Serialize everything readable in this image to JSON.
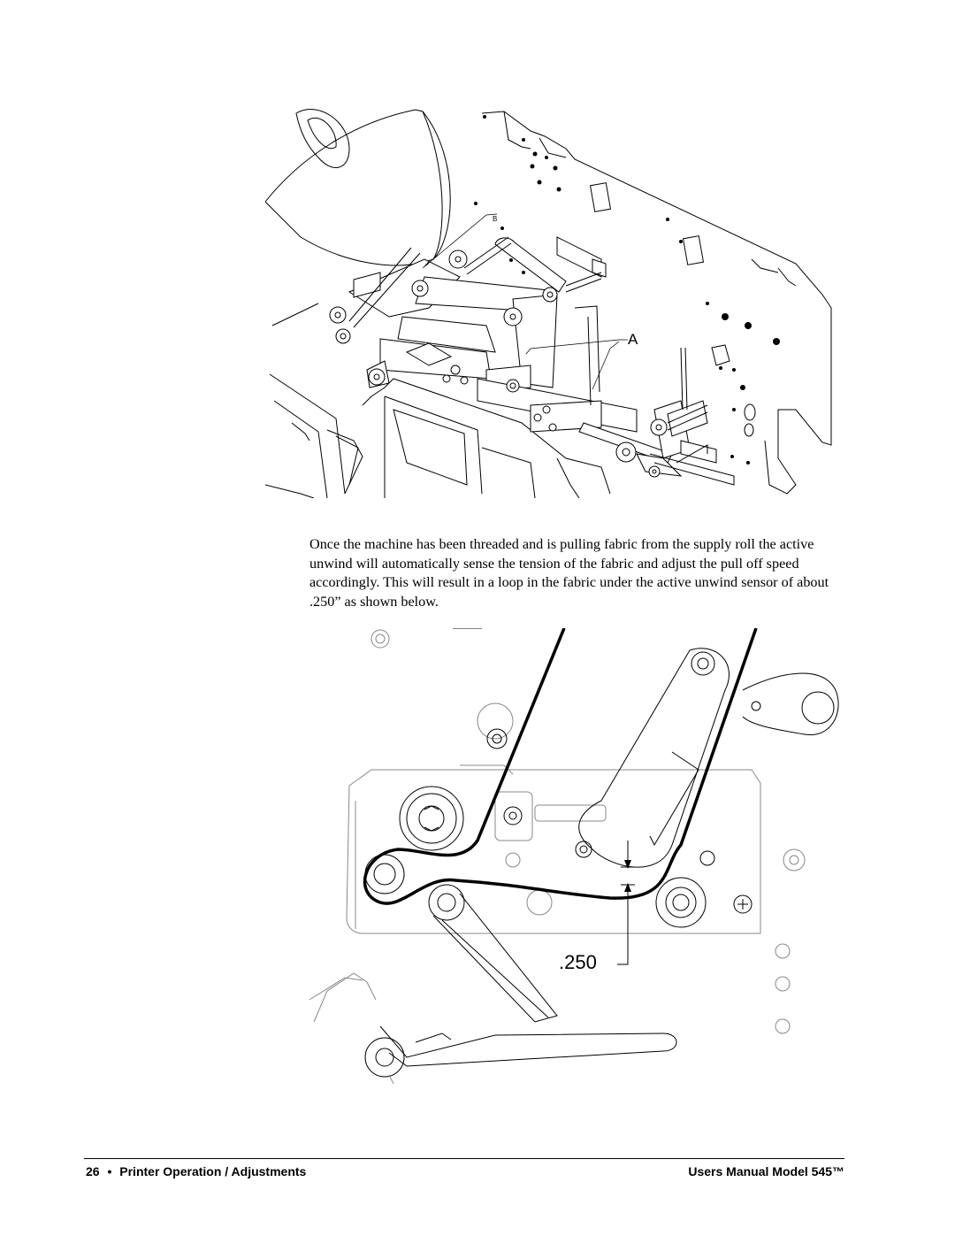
{
  "figure_top": {
    "callout_a": "A",
    "callout_b": "B"
  },
  "body_text": "Once the machine has been threaded and is pulling fabric from the supply roll the active unwind will automatically sense the tension of the fabric and adjust the pull off speed accordingly.  This will result in a loop in the fabric under the active unwind sensor of about .250” as shown below.",
  "figure_bottom": {
    "dimension_label": ".250"
  },
  "footer": {
    "page_number": "26",
    "bullet": "•",
    "section": "Printer Operation / Adjustments",
    "manual": "Users Manual Model 545™"
  }
}
